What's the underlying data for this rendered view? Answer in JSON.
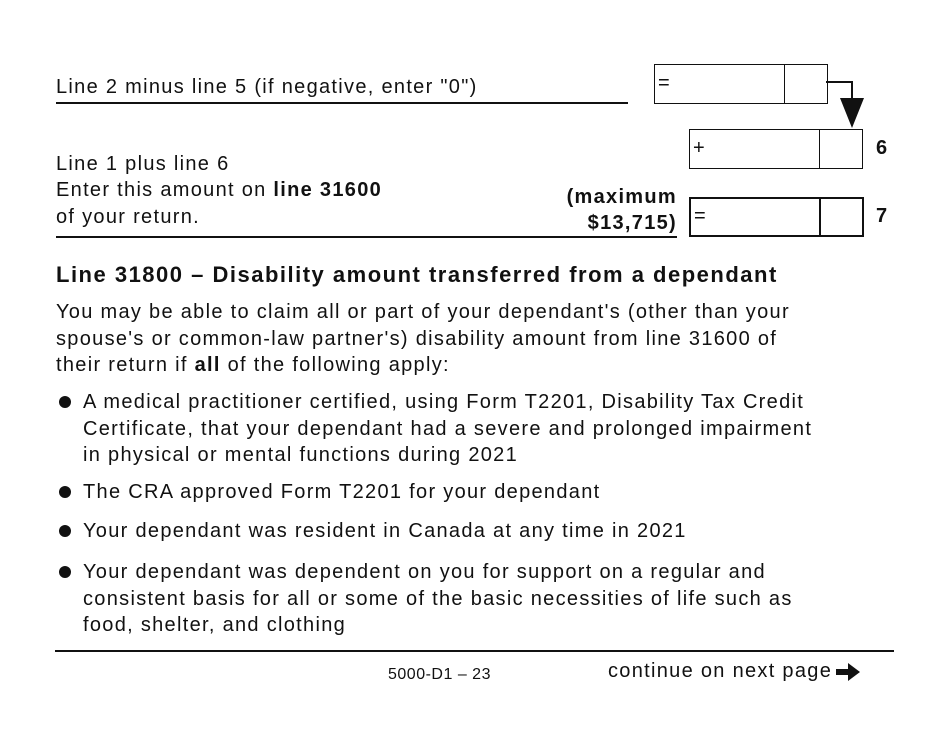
{
  "calc": {
    "line6_label": "Line 2 minus line 5 (if negative, enter \"0\")",
    "line6_box": {
      "operator": "=",
      "value": "",
      "cents": ""
    },
    "line6_plus_box": {
      "operator": "+",
      "value": "",
      "cents": "",
      "line_number": "6"
    },
    "line7_label_1": "Line 1 plus line 6",
    "line7_label_2_pre": "Enter this amount on ",
    "line7_label_2_bold": "line 31600",
    "line7_label_3": "of your return.",
    "line7_max_1": "(maximum",
    "line7_max_2": "$13,715)",
    "line7_box": {
      "operator": "=",
      "value": "",
      "cents": "",
      "line_number": "7"
    }
  },
  "section": {
    "heading": "Line 31800 – Disability amount transferred from a dependant",
    "intro_line1": "You may be able to claim all or part of your dependant's (other than your",
    "intro_line2": "spouse's or common-law partner's) disability amount from line 31600 of",
    "intro_line3_pre": "their return if ",
    "intro_line3_bold": "all",
    "intro_line3_post": " of the following apply:",
    "bullets": [
      {
        "lines": [
          "A medical practitioner certified, using Form T2201, Disability Tax Credit",
          "Certificate, that your dependant had a severe and prolonged impairment",
          "in physical or mental functions during 2021"
        ]
      },
      {
        "lines": [
          "The CRA approved Form T2201 for your dependant"
        ]
      },
      {
        "lines": [
          "Your dependant was resident in Canada at any time in 2021"
        ]
      },
      {
        "lines": [
          "Your dependant was dependent on you for support on a regular and",
          "consistent basis for all or some of the basic necessities of life such as",
          "food, shelter, and clothing"
        ]
      }
    ]
  },
  "footer": {
    "page_id": "5000-D1 – 23",
    "continue_label": "continue on next page",
    "continue_icon": "arrow-right-icon"
  }
}
